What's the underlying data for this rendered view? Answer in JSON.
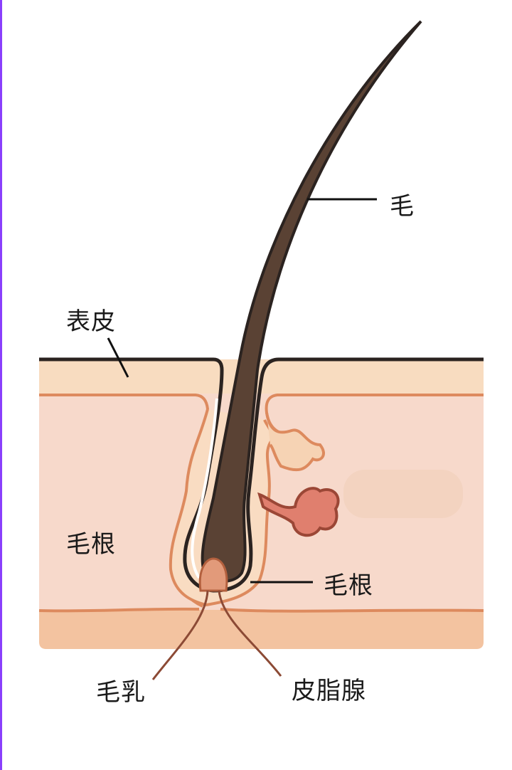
{
  "labels": {
    "hair": "毛",
    "epidermis": "表皮",
    "root_left": "毛根",
    "root_right": "毛根",
    "papilla": "毛乳",
    "sebaceous": "皮脂腺"
  },
  "colors": {
    "edge": "#8a3ffc",
    "epidermis": "#f8dcc0",
    "dermis": "#f7d9cb",
    "subcutis": "#f3c3a0",
    "hair": "#5a4234",
    "outline": "#2b2320",
    "sheath": "#dd8a5e",
    "gland": "#e07f6e"
  }
}
